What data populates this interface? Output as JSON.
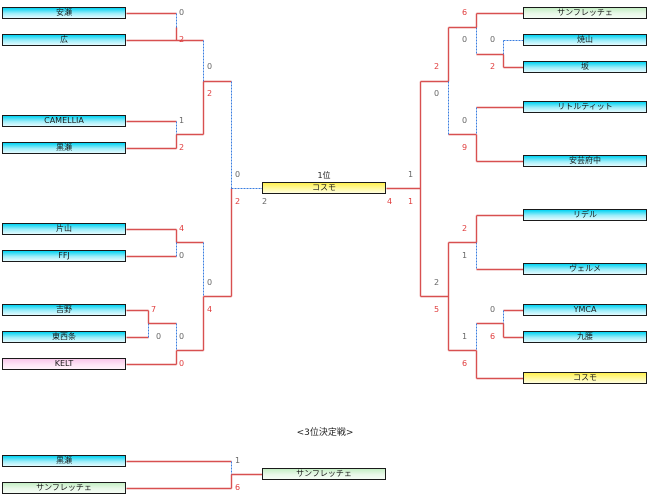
{
  "colors": {
    "win_line": "#d85050",
    "lose_line": "#3a7ee0",
    "win_score": "#e03c3c",
    "lose_score": "#666666"
  },
  "teams": {
    "L1": "安瀬",
    "L2": "広",
    "L3": "CAMELLIA",
    "L4": "黒瀬",
    "L5": "片山",
    "L6": "FFJ",
    "L7": "吉野",
    "L8": "東西条",
    "L9": "KELT",
    "R1": "サンフレッチェ",
    "R2": "焼山",
    "R3": "坂",
    "R4": "リトルティット",
    "R5": "安芸府中",
    "R6": "リデル",
    "R7": "ヴェルメ",
    "R8": "YMCA",
    "R9": "九腰",
    "R10": "コスモ"
  },
  "final": {
    "rank_label": "1位",
    "champion": "コスモ",
    "left_score": "2",
    "right_score": "4"
  },
  "scores": {
    "l1": "0",
    "l2": "2",
    "l12": "0",
    "l34a": "1",
    "l34b": "2",
    "l1234": "2",
    "l5": "4",
    "l6": "0",
    "l78a": "7",
    "l78b": "0",
    "l789a": "0",
    "l789b": "0",
    "l56b": "0",
    "l5689": "4",
    "lsemi_top": "0",
    "lsemi_bot": "2",
    "r1": "6",
    "r23a": "0",
    "r2": "0",
    "r3": "2",
    "r123": "2",
    "r45a": "0",
    "r45b": "9",
    "r12345a": "0",
    "r12345b": "1",
    "rsemi_top": "1",
    "r6": "2",
    "r7": "1",
    "r67": "2",
    "r89a": "0",
    "r89b": "6",
    "r8910a": "1",
    "r8910b": "6",
    "r8910c": "5"
  },
  "third_place": {
    "title": "<3位決定戦>",
    "team1": "黒瀬",
    "team2": "サンフレッチェ",
    "score1": "1",
    "score2": "6",
    "winner": "サンフレッチェ"
  }
}
